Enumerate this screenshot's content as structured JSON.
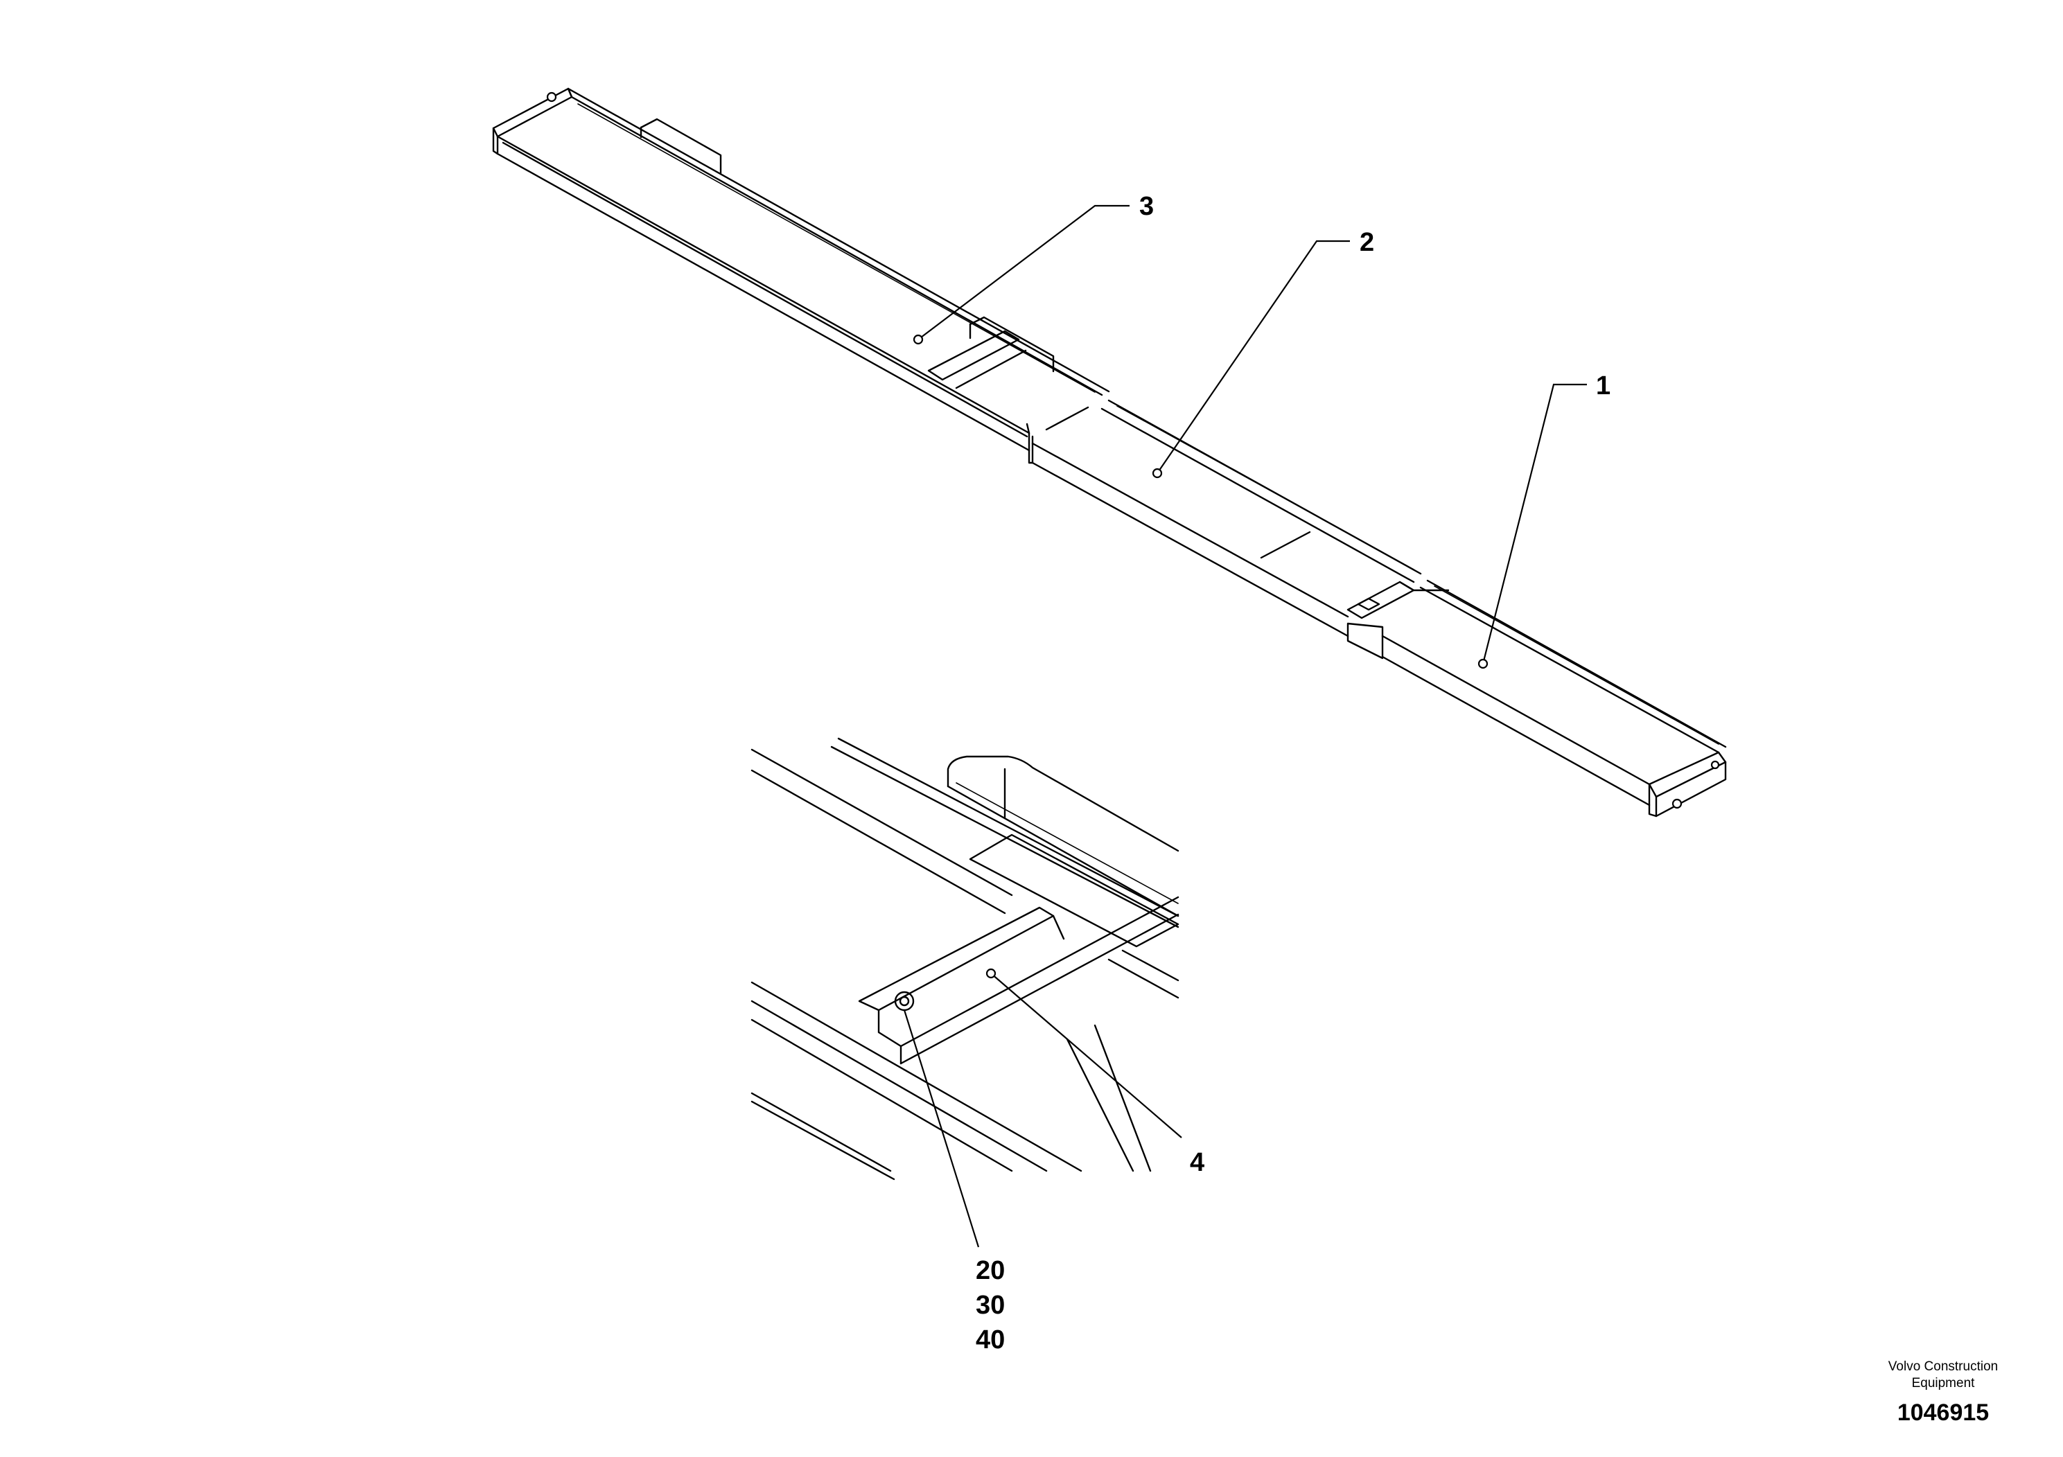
{
  "callouts": {
    "c1": "1",
    "c2": "2",
    "c3": "3",
    "c4": "4",
    "c20": "20",
    "c30": "30",
    "c40": "40"
  },
  "footer": {
    "brand_line1": "Volvo Construction",
    "brand_line2": "Equipment",
    "doc_number": "1046915"
  }
}
